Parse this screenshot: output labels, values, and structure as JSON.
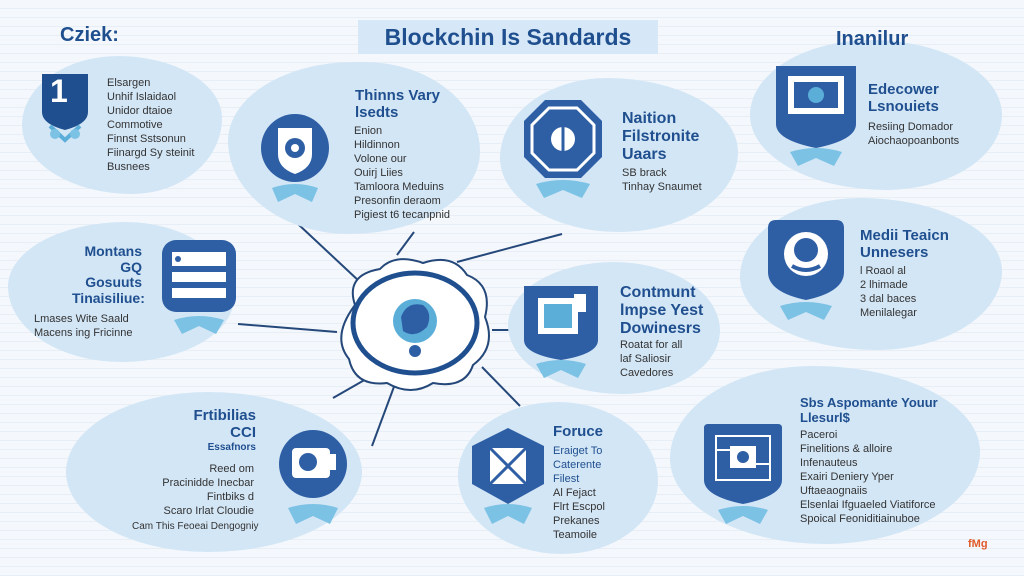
{
  "title": "Blockchin Is Sandards",
  "corner_left": "Cziek:",
  "corner_right": "Inanilur",
  "badge_number": "1",
  "panels": {
    "p1": {
      "lines": [
        "Elsargen",
        "Unhif Islaidaol",
        "Unidor dtaioe",
        "Commotive",
        "Finnst Sstsonun",
        "Fiinargd Sy steinit",
        "Busnees"
      ]
    },
    "p2": {
      "heading": [
        "Thinns Vary",
        "lsedts"
      ],
      "lines": [
        "Enion",
        "Hildinnon",
        "Volone our",
        "Ouirj Liies",
        "Tamloora Meduins",
        "Presonfin deraom",
        "Pigiest t6 tecanpnid"
      ]
    },
    "p3": {
      "heading": [
        "Naition",
        "Filstronite",
        "Uaars"
      ],
      "lines": [
        "SB brack",
        "Tinhay Snaumet"
      ]
    },
    "p4": {
      "heading": [
        "Edecower",
        "Lsnouiets"
      ],
      "lines": [
        "Resiing Domador",
        "Aiochaopoanbonts"
      ]
    },
    "p5": {
      "heading": [
        "Montans",
        "GQ",
        "Gosuuts",
        "Tinaisiliue:"
      ],
      "lines": [
        "Lmases Wite Saald",
        "Macens ing Fricinne"
      ]
    },
    "p6": {
      "heading": [
        "Medii Teaicn",
        "Unnesers"
      ],
      "lines": [
        "l Roaol al",
        "2 lhimade",
        "3 dal baces",
        "Menilalegar"
      ]
    },
    "p7": {
      "heading": [
        "Contmunt",
        "lmpse Yest",
        "Dowinesrs"
      ],
      "lines": [
        "Roatat for all",
        "laf Saliosir",
        "Cavedores"
      ]
    },
    "p8": {
      "heading": [
        "Frtibilias",
        "CCI",
        "Essafnors"
      ],
      "lines": [
        "Reed om",
        "Pracinidde Inecbar",
        "Fintbiks d",
        "Scaro Irlat Cloudie",
        "Cam This Feoeai Dengogniy"
      ]
    },
    "p9": {
      "heading": [
        "Foruce"
      ],
      "lines": [
        "Eraiget To",
        "Caterente",
        "Filest",
        "Al Fejact",
        "Flrt Escpol",
        "Prekanes",
        "Teamoile"
      ]
    },
    "p10": {
      "heading": [
        "Sbs Aspomante Youur",
        "Llesurl$"
      ],
      "lines": [
        "Paceroi",
        "Finelitions & alloire",
        "Infenauteus",
        "Exairi Deniery Yper",
        "Uftaeaognaiis",
        "Elsenlai Ifguaeled Viatiforce",
        "Spoical Feoniditiainuboe"
      ]
    }
  },
  "footer_logo": "fMg",
  "colors": {
    "primary": "#2e5fa5",
    "accent": "#5aaed8",
    "cloud": "#d3e6f6",
    "heading": "#1f4f8f",
    "connector": "#25487a"
  },
  "icons": [
    "number-one-badge",
    "shield-gear-icon",
    "octagon-bug-icon",
    "monitor-icon",
    "server-rack-icon",
    "face-headset-icon",
    "hub-blockchain-icon",
    "camera-icon",
    "data-cube-icon",
    "circuit-board-icon"
  ]
}
